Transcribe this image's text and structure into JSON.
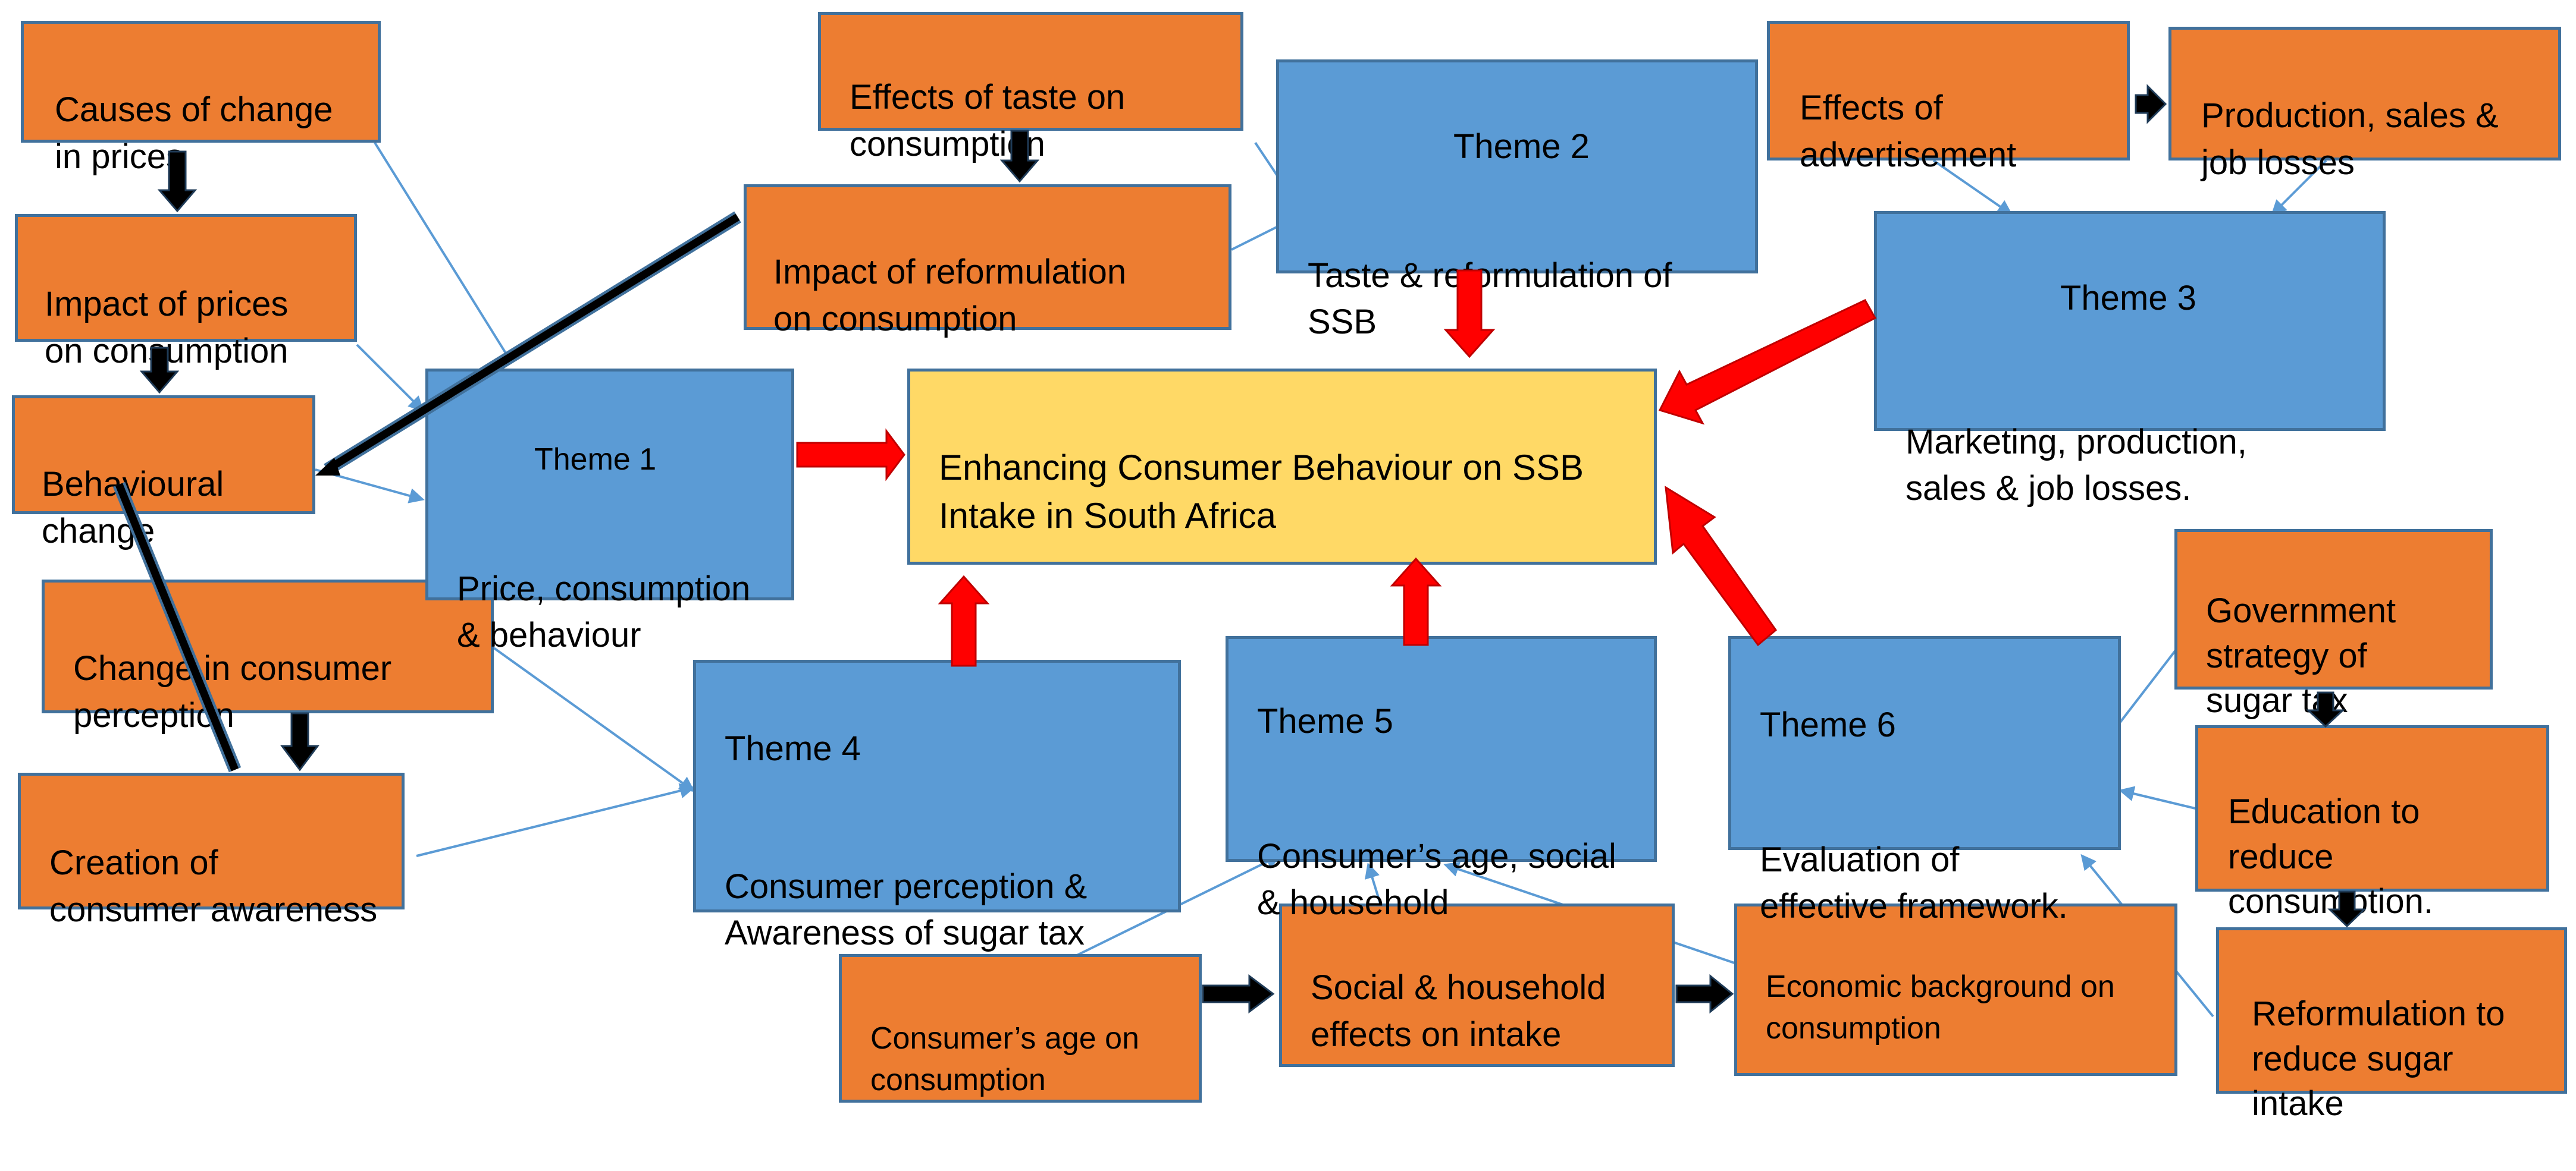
{
  "center": {
    "title": "Enhancing Consumer Behaviour on SSB\nIntake in South Africa"
  },
  "themes": {
    "t1": {
      "title": "Theme 1",
      "body": "Price, consumption\n& behaviour"
    },
    "t2": {
      "title": "Theme 2",
      "body": "Taste & reformulation of\nSSB"
    },
    "t3": {
      "title": "Theme 3",
      "body": "Marketing, production,\nsales & job losses."
    },
    "t4": {
      "title": "Theme 4",
      "body": "Consumer perception &\nAwareness of sugar tax"
    },
    "t5": {
      "title": "Theme 5",
      "body": "Consumer’s age, social\n& household"
    },
    "t6": {
      "title": "Theme 6",
      "body": "Evaluation of\neffective framework."
    }
  },
  "factors": {
    "causes_prices": "Causes of change\nin prices",
    "impact_prices": "Impact of prices\non consumption",
    "behavioural_change": "Behavioural\nchange",
    "change_perception": "Change in consumer\nperception",
    "creation_awareness": "Creation of\nconsumer awareness",
    "effects_taste": "Effects of taste on\nconsumption",
    "impact_reformulation": "Impact of reformulation\non consumption",
    "effects_advertisement": "Effects of\nadvertisement",
    "production_sales": "Production, sales &\njob losses",
    "govt_strategy": "Government\nstrategy of\nsugar tax",
    "education": "Education to\nreduce\nconsumption.",
    "reformulation_reduce": "Reformulation to\nreduce sugar\nintake",
    "age_consumption": "Consumer’s age on\nconsumption",
    "social_household": "Social & household\neffects on intake",
    "economic_background": "Economic background on\nconsumption"
  },
  "colors": {
    "factor_fill": "#ed7d31",
    "theme_fill": "#5b9bd5",
    "center_fill": "#ffd966",
    "border": "#41719c",
    "link_line": "#5b9bd5",
    "main_arrow": "#ff0000",
    "sequence_arrow": "#000000"
  }
}
